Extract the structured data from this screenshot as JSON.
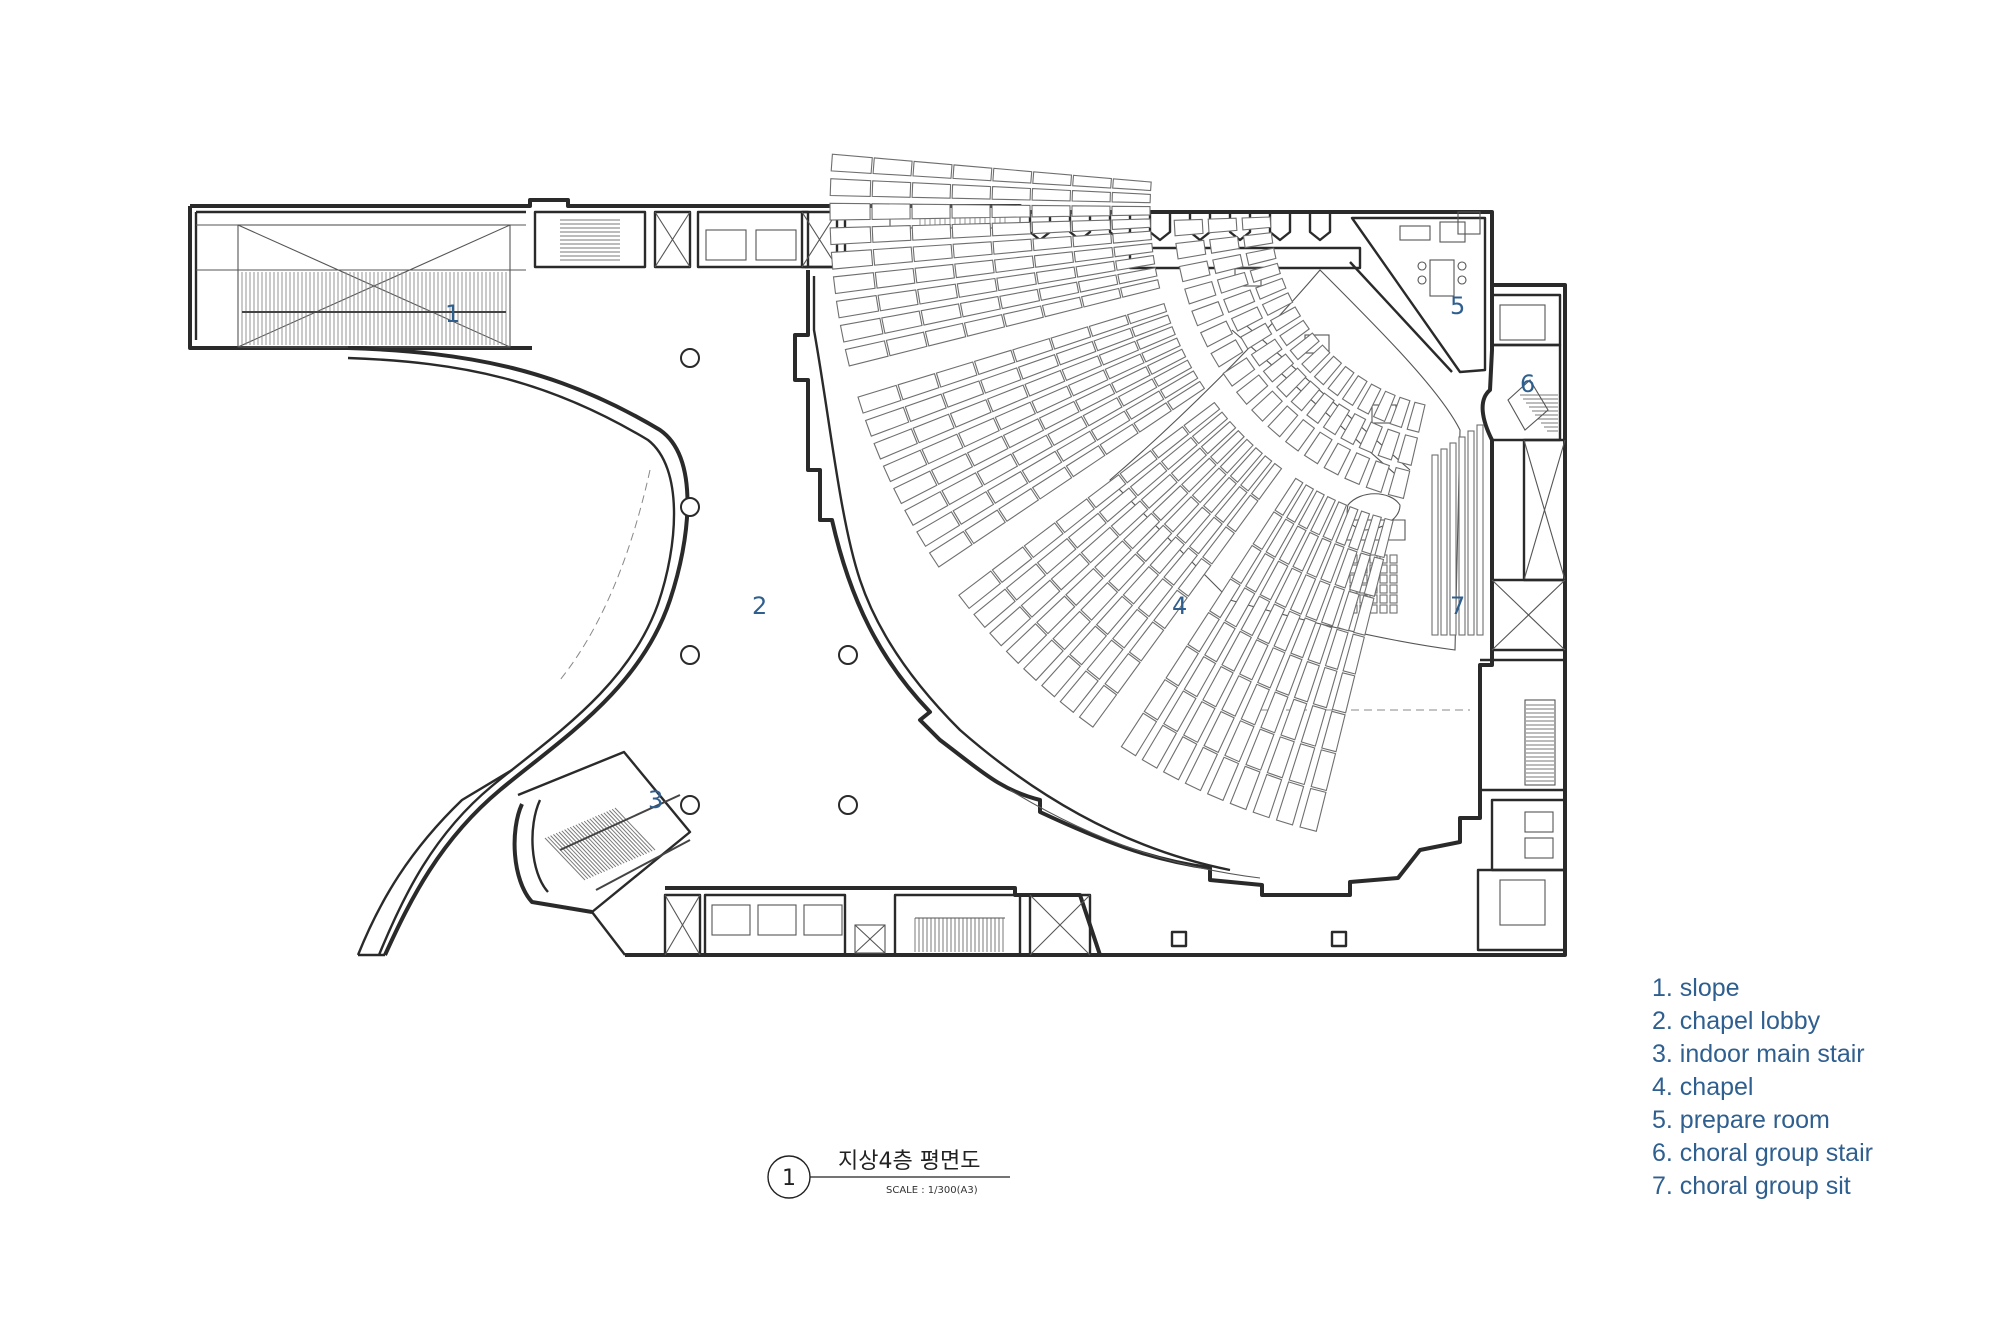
{
  "drawing": {
    "rooms": [
      {
        "id": "1"
      },
      {
        "id": "2"
      },
      {
        "id": "3"
      },
      {
        "id": "4"
      },
      {
        "id": "5"
      },
      {
        "id": "6"
      },
      {
        "id": "7"
      }
    ],
    "title": {
      "number": "1",
      "name": "지상4층 평면도",
      "scale": "SCALE : 1/300(A3)"
    }
  },
  "legend": {
    "items": [
      "1. slope",
      "2. chapel lobby",
      "3. indoor main stair",
      "4. chapel",
      "5. prepare room",
      "6. choral group stair",
      "7. choral group sit"
    ]
  },
  "colors": {
    "label": "#2f5f8f",
    "line": "#2a2a2a"
  }
}
